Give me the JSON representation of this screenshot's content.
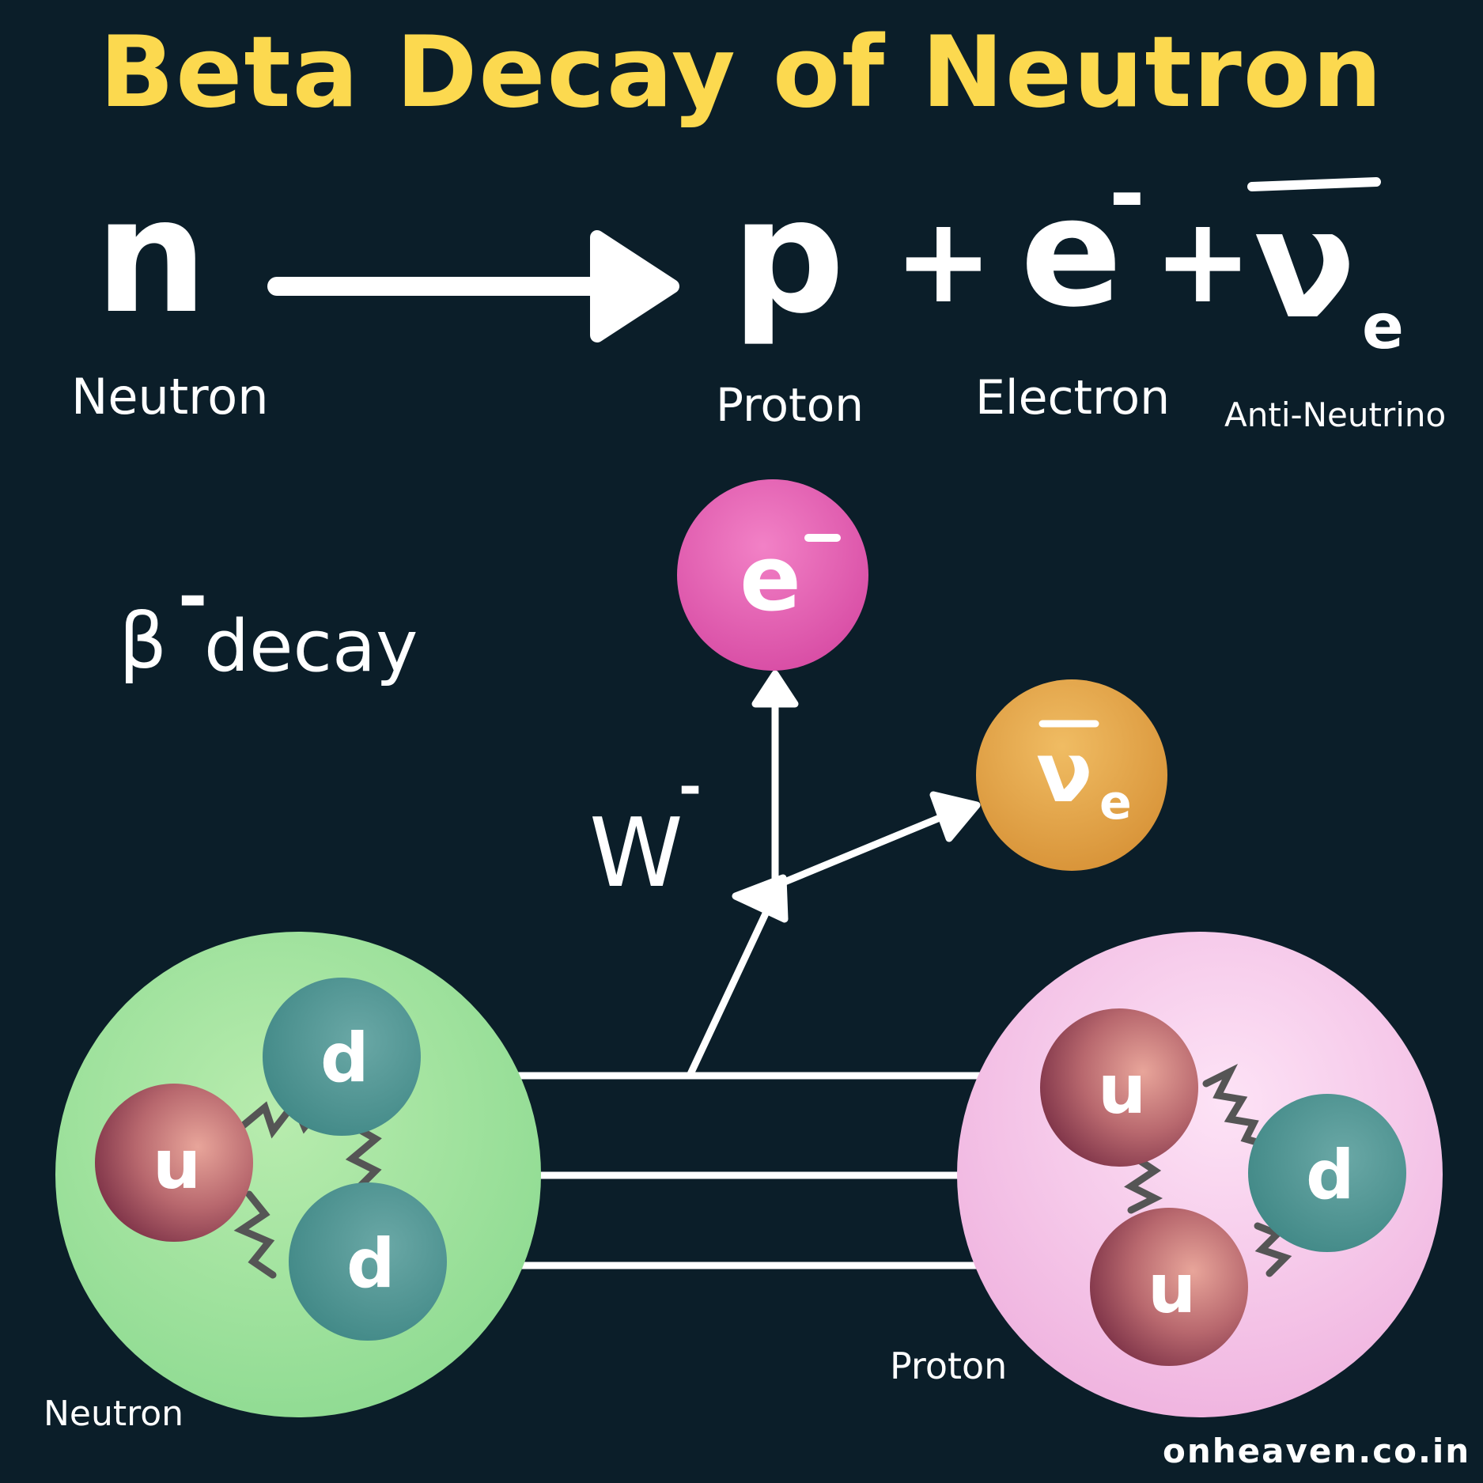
{
  "title": "Beta Decay of Neutron",
  "equation": {
    "lhs": "n",
    "rhs_proton": "p",
    "plus": "+",
    "electron": "e",
    "electron_charge": "-",
    "antineutrino": "ν",
    "antineutrino_subscript": "e"
  },
  "equation_labels": {
    "neutron": "Neutron",
    "proton": "Proton",
    "electron": "Electron",
    "antineutrino": "Anti-Neutrino"
  },
  "decay_label": {
    "beta": "β",
    "charge": "-",
    "text": "decay"
  },
  "w_boson": {
    "symbol": "W",
    "charge": "-"
  },
  "emitted": {
    "electron": {
      "symbol": "e",
      "charge": "-"
    },
    "antineutrino": {
      "symbol": "ν",
      "subscript": "e"
    }
  },
  "neutron": {
    "label": "Neutron",
    "quarks": [
      "d",
      "u",
      "d"
    ]
  },
  "proton": {
    "label": "Proton",
    "quarks": [
      "u",
      "d",
      "u"
    ]
  },
  "watermark": "onheaven.co.in",
  "colors": {
    "background": "#0b1e29",
    "title": "#fcd94f",
    "line": "#ffffff",
    "neutron_fill": "#9ee39b",
    "proton_fill": "#f8c3ea",
    "up_quark": "#b06068",
    "down_quark": "#4f9a98",
    "electron_ball": "#e862b6",
    "antineutrino_ball": "#e6a94d"
  }
}
